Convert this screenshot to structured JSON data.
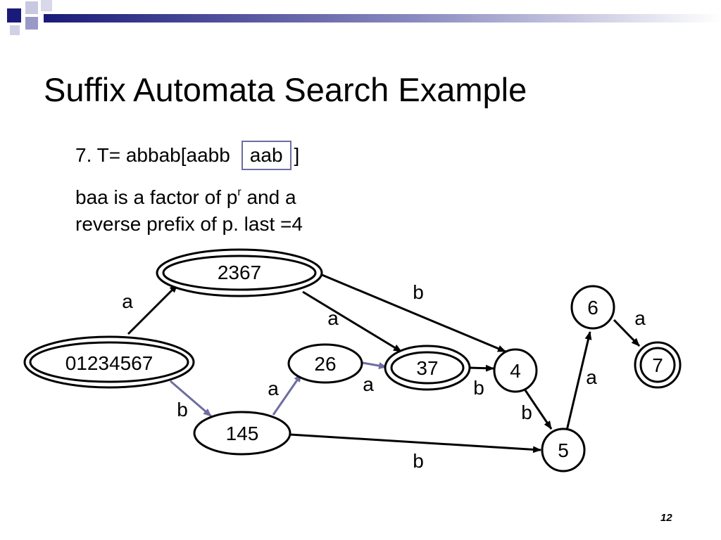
{
  "slide": {
    "title": "Suffix Automata Search Example",
    "line1_prefix": "7. T= abbab[aabb",
    "line1_boxed": "aab",
    "line1_suffix": "]",
    "para_part1": "baa is a factor of p",
    "para_sup": "r",
    "para_part2": " and a",
    "para_line2": "reverse prefix of p. last =4",
    "number": "12"
  },
  "automaton": {
    "states": [
      "01234567",
      "2367",
      "145",
      "26",
      "37",
      "4",
      "5",
      "6",
      "7"
    ],
    "final_states": [
      "01234567",
      "2367",
      "37",
      "7"
    ],
    "transitions": [
      {
        "from": "01234567",
        "to": "2367",
        "label": "a",
        "highlighted": false
      },
      {
        "from": "01234567",
        "to": "145",
        "label": "b",
        "highlighted": true
      },
      {
        "from": "2367",
        "to": "37",
        "label": "a",
        "highlighted": false
      },
      {
        "from": "2367",
        "to": "4",
        "label": "b",
        "highlighted": false
      },
      {
        "from": "145",
        "to": "26",
        "label": "a",
        "highlighted": true
      },
      {
        "from": "145",
        "to": "5",
        "label": "b",
        "highlighted": false
      },
      {
        "from": "26",
        "to": "37",
        "label": "a",
        "highlighted": true
      },
      {
        "from": "37",
        "to": "4",
        "label": "b",
        "highlighted": false
      },
      {
        "from": "4",
        "to": "5",
        "label": "b",
        "highlighted": false
      },
      {
        "from": "5",
        "to": "6",
        "label": "a",
        "highlighted": false
      },
      {
        "from": "6",
        "to": "7",
        "label": "a",
        "highlighted": false
      }
    ]
  },
  "colors": {
    "highlight_edge": "#6e6ea0",
    "accent_navy": "#1a1a7a",
    "accent_light": "#9999c8"
  }
}
